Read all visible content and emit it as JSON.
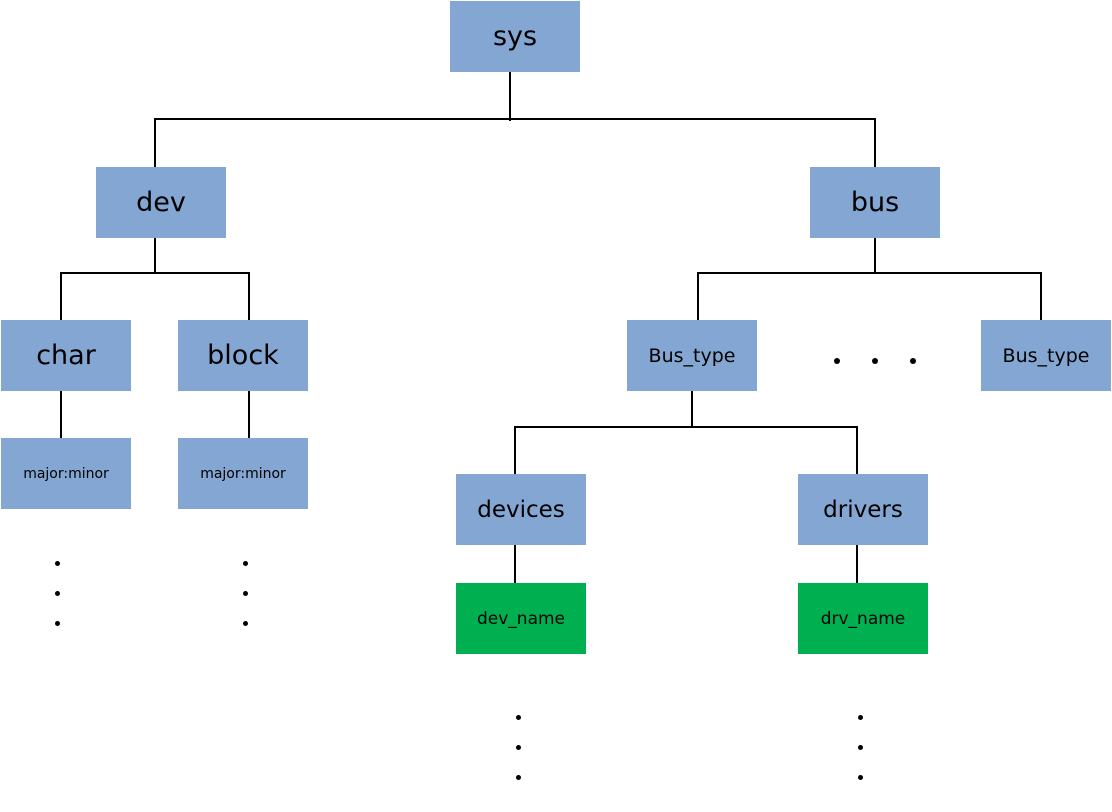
{
  "nodes": {
    "sys": "sys",
    "dev": "dev",
    "bus": "bus",
    "char": "char",
    "block": "block",
    "major_minor_char": "major:minor",
    "major_minor_block": "major:minor",
    "bus_type_1": "Bus_type",
    "bus_type_2": "Bus_type",
    "devices": "devices",
    "drivers": "drivers",
    "dev_name": "dev_name",
    "drv_name": "drv_name"
  },
  "colors": {
    "node_blue": "#84A6D2",
    "node_green": "#00B050",
    "line": "#000000",
    "background": "#FFFFFF"
  }
}
